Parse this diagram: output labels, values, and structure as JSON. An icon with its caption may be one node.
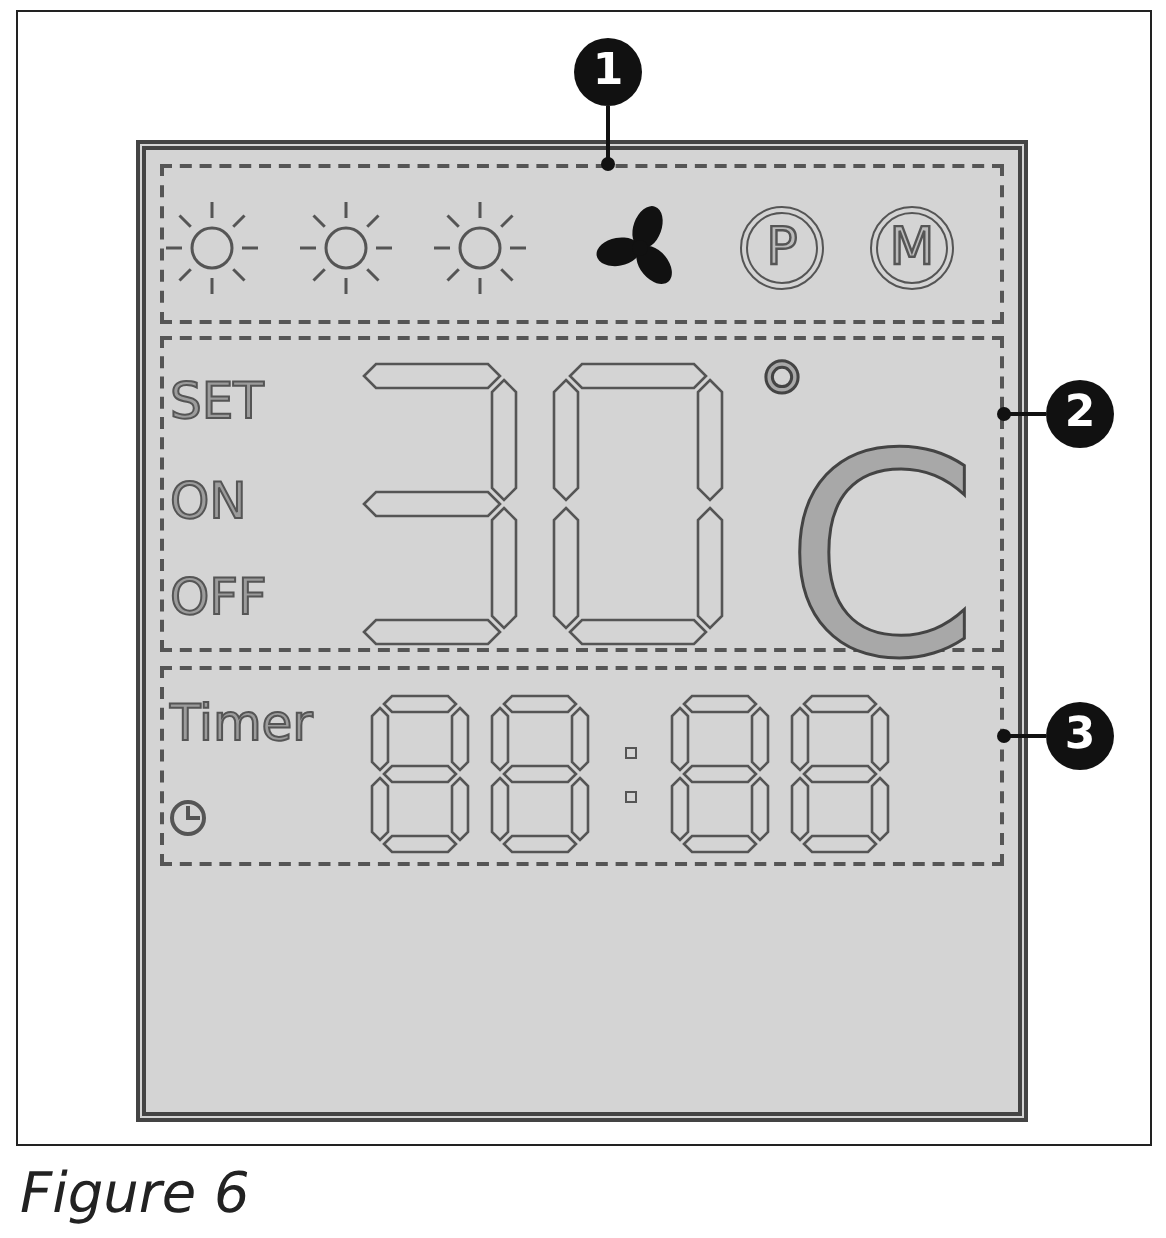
{
  "diagram": {
    "caption": "Figure 6",
    "nodes": [
      {
        "text": [
          "1"
        ]
      },
      {
        "text": [
          "2"
        ]
      },
      {
        "text": [
          "3"
        ]
      },
      {
        "text": [
          "P",
          "M"
        ]
      },
      {
        "text": [
          "SET",
          "ON",
          "OFF"
        ]
      },
      {
        "text": [
          "Timer"
        ]
      }
    ],
    "edges": [
      {
        "from": 0,
        "to": 3,
        "arrow": "other"
      },
      {
        "from": 1,
        "to": 4,
        "arrow": "other"
      },
      {
        "from": 2,
        "to": 5,
        "arrow": "other"
      }
    ],
    "labels": [
      "°",
      "C"
    ]
  }
}
